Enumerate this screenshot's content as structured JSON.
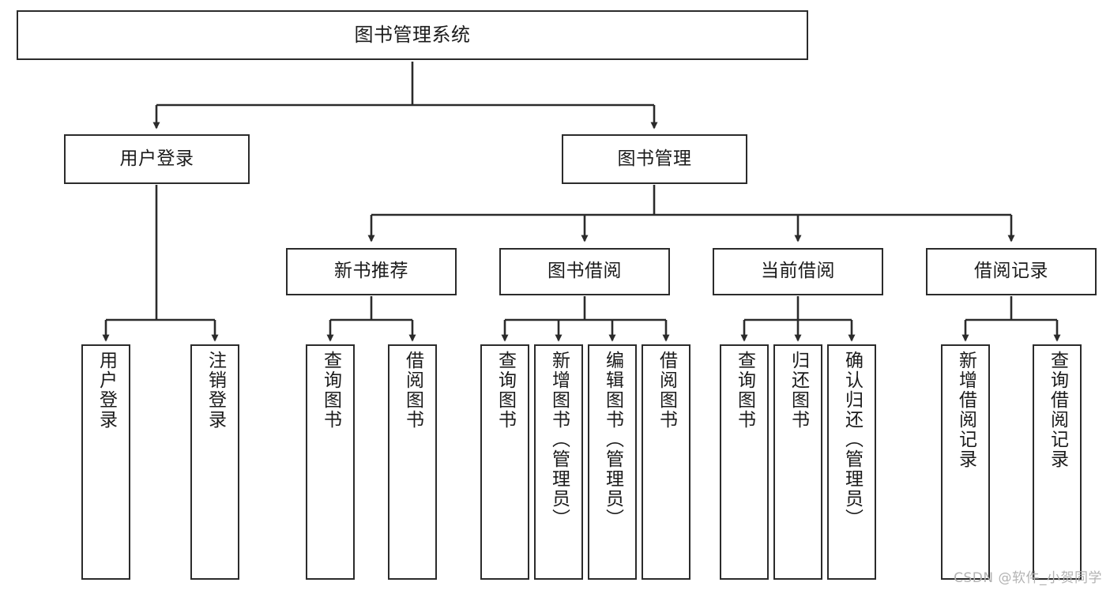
{
  "diagram": {
    "title": "图书管理系统",
    "type": "tree-hierarchy",
    "orientation": "top-down",
    "line_color": "#2b2b2b",
    "box_fill": "#ffffff",
    "text_color": "#1b1b1b",
    "nodes": {
      "root": {
        "label": "图书管理系统"
      },
      "level2": [
        {
          "label": "用户登录"
        },
        {
          "label": "图书管理"
        }
      ],
      "level3": [
        {
          "label": "新书推荐"
        },
        {
          "label": "图书借阅"
        },
        {
          "label": "当前借阅"
        },
        {
          "label": "借阅记录"
        }
      ],
      "leaves_user_login": [
        {
          "label": "用户登录"
        },
        {
          "label": "注销登录"
        }
      ],
      "leaves_new_book": [
        {
          "label": "查询图书"
        },
        {
          "label": "借阅图书"
        }
      ],
      "leaves_book_borrow": [
        {
          "label": "查询图书"
        },
        {
          "label": "新增图书（管理员）"
        },
        {
          "label": "编辑图书（管理员）"
        },
        {
          "label": "借阅图书"
        }
      ],
      "leaves_current_borrow": [
        {
          "label": "查询图书"
        },
        {
          "label": "归还图书"
        },
        {
          "label": "确认归还（管理员）"
        }
      ],
      "leaves_borrow_record": [
        {
          "label": "新增借阅记录"
        },
        {
          "label": "查询借阅记录"
        }
      ]
    }
  },
  "watermark": {
    "text": "CSDN @软件_小贺同学"
  }
}
